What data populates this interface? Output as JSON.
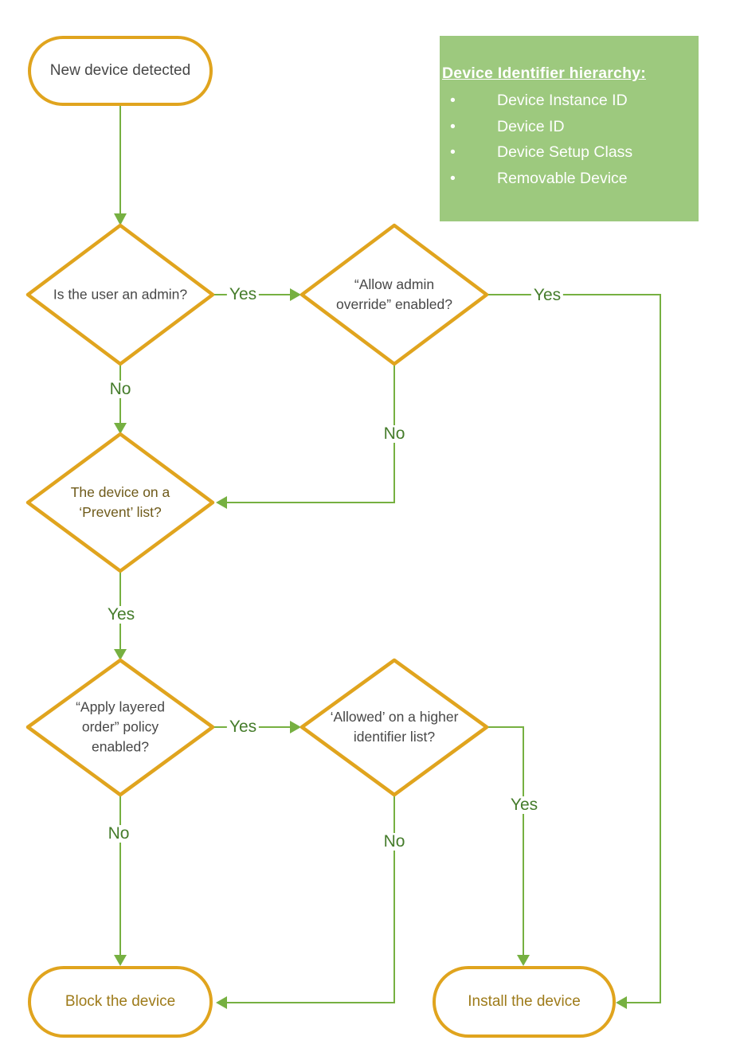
{
  "diagram": {
    "start": "New device detected",
    "decisions": {
      "admin": "Is the user an admin?",
      "override": "“Allow admin override” enabled?",
      "prevent": "The device on a ‘Prevent’ list?",
      "layered": "“Apply layered order” policy enabled?",
      "allowed": "‘Allowed’ on a higher identifier list?"
    },
    "terminals": {
      "block": "Block the device",
      "install": "Install the device"
    },
    "edge_labels": {
      "admin_yes": "Yes",
      "admin_no": "No",
      "override_yes": "Yes",
      "override_no": "No",
      "prevent_yes": "Yes",
      "layered_yes": "Yes",
      "layered_no": "No",
      "allowed_yes": "Yes",
      "allowed_no": "No"
    }
  },
  "legend": {
    "title": "Device Identifier hierarchy:",
    "items": [
      "Device Instance ID",
      "Device ID",
      "Device Setup Class",
      "Removable Device"
    ]
  },
  "colors": {
    "shape_border": "#E0A41E",
    "connector_green": "#76B041",
    "edge_label_green": "#457C2B",
    "legend_background": "#9DC97E",
    "legend_text": "#FFFFFF",
    "node_text_gray": "#474747",
    "terminal_text_gold": "#9E7B1A",
    "prevent_text_gold": "#6E5A1A"
  }
}
